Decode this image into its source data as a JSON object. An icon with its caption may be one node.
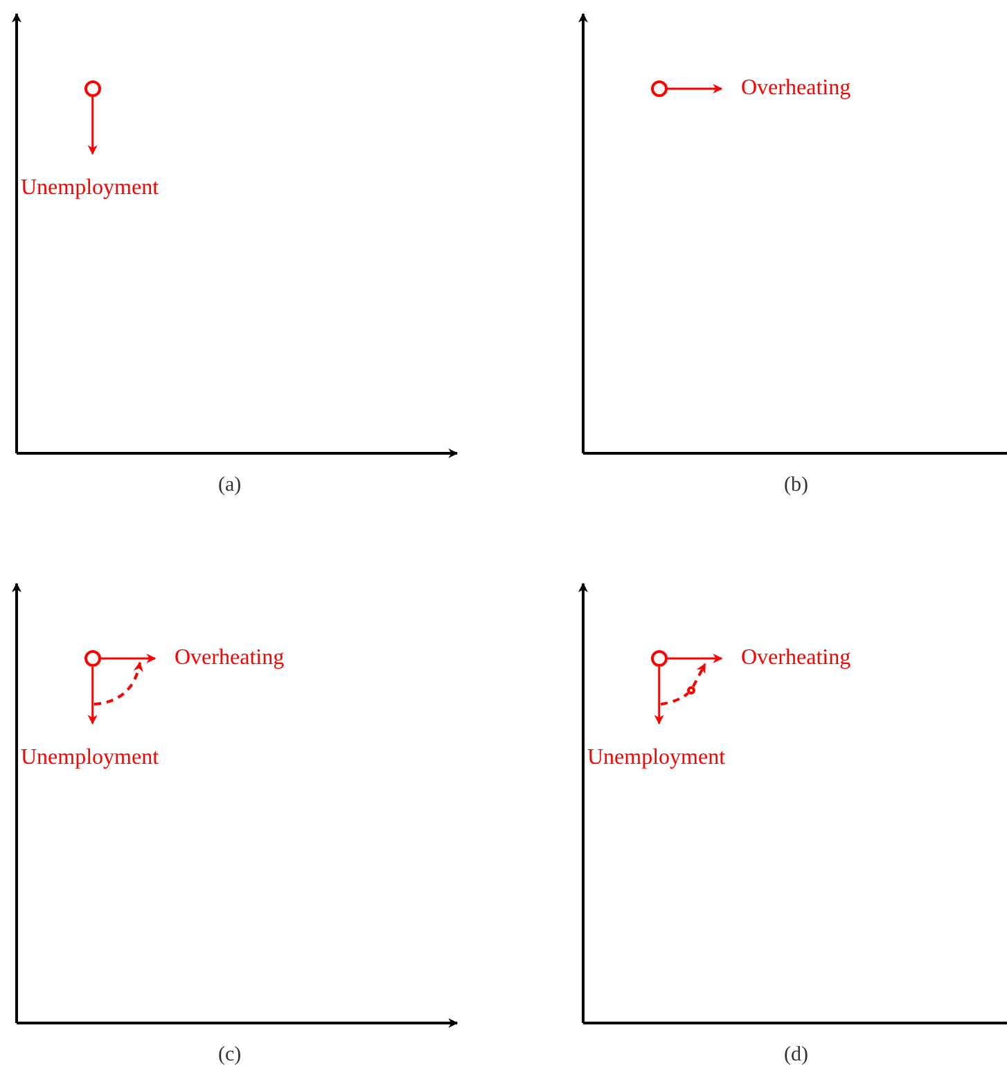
{
  "diagram": {
    "nodes": [
      {
        "text": [],
        "shape": "circle"
      },
      {
        "text": [
          "Unemployment"
        ]
      },
      {
        "text": [],
        "shape": "circle"
      },
      {
        "text": [
          "Overheating"
        ]
      },
      {
        "text": [],
        "shape": "circle"
      },
      {
        "text": [
          "Overheating"
        ]
      },
      {
        "text": [],
        "shape": "circle"
      },
      {
        "text": [
          "Overheating"
        ]
      },
      {
        "text": [],
        "shape": "circle"
      },
      {
        "text": [
          "Unemployment"
        ]
      },
      {
        "text": [
          "Unemployment"
        ]
      }
    ],
    "edges": [
      {
        "from": 0,
        "to": 1,
        "arrow": "to"
      },
      {
        "from": 2,
        "to": 3,
        "arrow": "to"
      },
      {
        "from": 4,
        "to": 5,
        "arrow": "to"
      },
      {
        "from": 4,
        "to": 9,
        "arrow": "to"
      },
      {
        "from": 6,
        "to": 7,
        "arrow": "to"
      },
      {
        "from": 6,
        "to": 10,
        "arrow": "to"
      },
      {
        "from": null,
        "to": 8,
        "arrow": "none",
        "style": "dashed"
      },
      {
        "from": 8,
        "to": null,
        "arrow": "to",
        "style": "dashed"
      }
    ],
    "labels": [
      "(a)",
      "(b)",
      "(c)",
      "(d)"
    ]
  }
}
